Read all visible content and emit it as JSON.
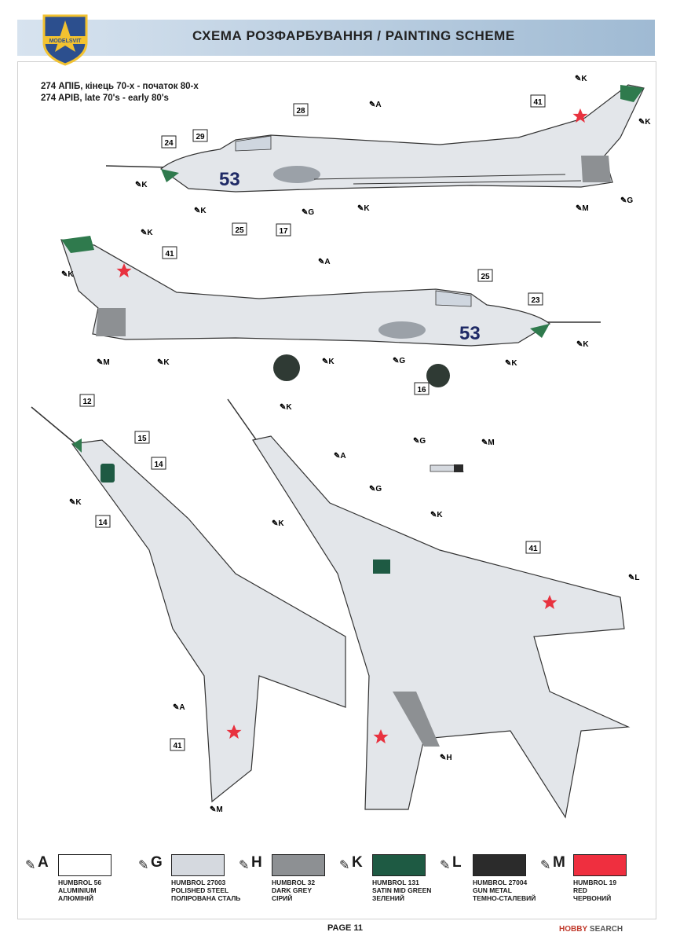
{
  "header": {
    "title": "СХЕМА РОЗФАРБУВАННЯ  / PAINTING  SCHEME",
    "logo_text": "MODELSVIT"
  },
  "unit": {
    "line1": "274 АПІБ, кінець 70-х - початок 80-х",
    "line2": "274 APIB, late 70's - early 80's"
  },
  "aircraft": {
    "side_number": "53"
  },
  "callouts": [
    "12",
    "14",
    "14",
    "15",
    "16",
    "17",
    "23",
    "24",
    "25",
    "25",
    "28",
    "29",
    "41",
    "41",
    "41",
    "41"
  ],
  "paint_labels": [
    "A",
    "A",
    "A",
    "A",
    "G",
    "G",
    "G",
    "G",
    "G",
    "H",
    "K",
    "K",
    "K",
    "K",
    "K",
    "K",
    "K",
    "K",
    "K",
    "K",
    "K",
    "K",
    "K",
    "K",
    "K",
    "L",
    "M",
    "M",
    "M",
    "M"
  ],
  "legend": [
    {
      "letter": "A",
      "color": "#ffffff",
      "brand": "HUMBROL 56",
      "en": "ALUMINIUM",
      "ua": "АЛЮМІНІЙ"
    },
    {
      "letter": "G",
      "color": "#d5d9df",
      "brand": "HUMBROL 27003",
      "en": "POLISHED STEEL",
      "ua": "ПОЛІРОВАНА СТАЛЬ"
    },
    {
      "letter": "H",
      "color": "#8d9093",
      "brand": "HUMBROL 32",
      "en": "DARK GREY",
      "ua": "СІРИЙ"
    },
    {
      "letter": "K",
      "color": "#1e5a43",
      "brand": "HUMBROL 131",
      "en": "SATIN MID GREEN",
      "ua": "ЗЕЛЕНИЙ"
    },
    {
      "letter": "L",
      "color": "#2b2b2b",
      "brand": "HUMBROL 27004",
      "en": "GUN METAL",
      "ua": "ТЕМНО-СТАЛЕВИЙ"
    },
    {
      "letter": "M",
      "color": "#ef2f3f",
      "brand": "HUMBROL 19",
      "en": "RED",
      "ua": "ЧЕРВОНИЙ"
    }
  ],
  "footer": {
    "page": "PAGE 11",
    "watermark_brand": "HOBBY",
    "watermark_rest": "SEARCH"
  },
  "colors": {
    "body": "#e3e6ea",
    "green": "#2f7a4d",
    "red": "#e8323f",
    "blue": "#1f2a66"
  }
}
